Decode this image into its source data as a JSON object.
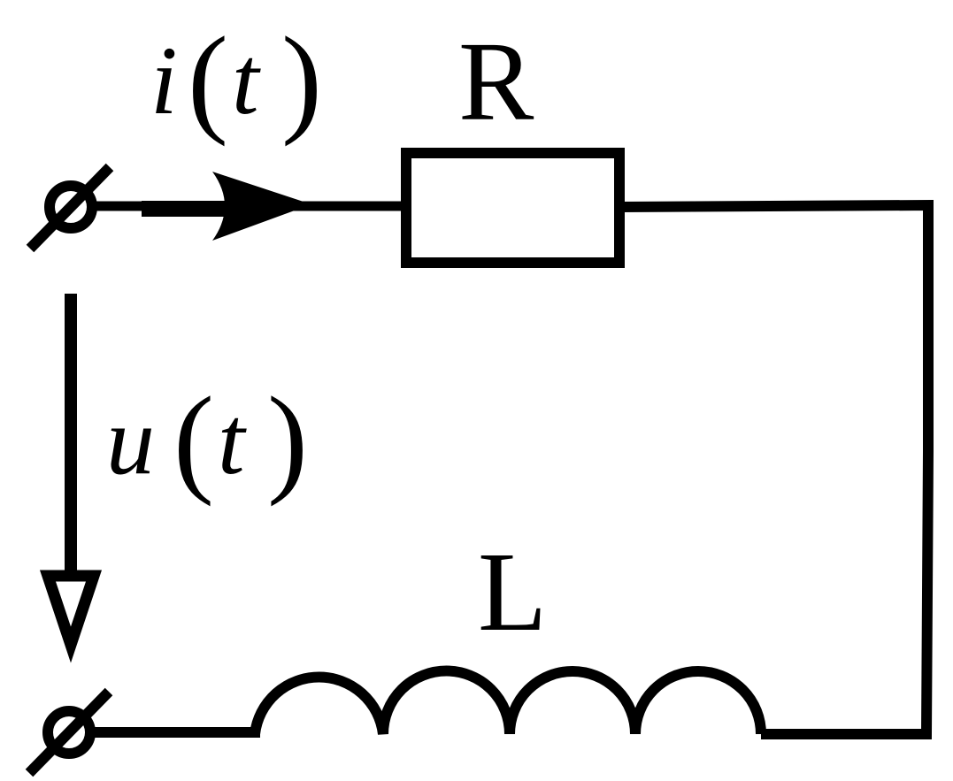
{
  "labels": {
    "current_var": "i",
    "voltage_var": "u",
    "time_var": "t",
    "paren_open": "(",
    "paren_close": ")",
    "resistor": "R",
    "inductor": "L"
  },
  "colors": {
    "stroke": "#000000",
    "background": "#ffffff"
  },
  "symbols": {
    "terminal": "terminal-icon",
    "current_arrow": "filled-arrow-icon",
    "voltage_arrow": "hollow-arrow-icon"
  }
}
